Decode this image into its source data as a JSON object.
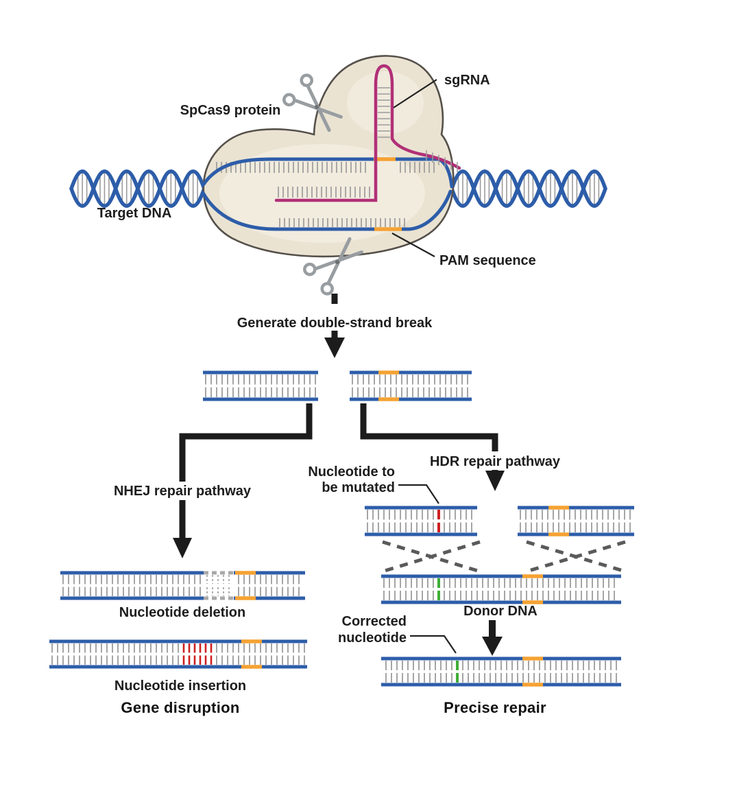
{
  "labels": {
    "sgrna": "sgRNA",
    "spcas9": "SpCas9 protein",
    "target_dna": "Target DNA",
    "pam": "PAM sequence",
    "generate_dsb": "Generate double-strand break",
    "nhej": "NHEJ repair pathway",
    "hdr": "HDR repair pathway",
    "nuc_mut_line1": "Nucleotide to",
    "nuc_mut_line2": "be mutated",
    "donor_dna": "Donor DNA",
    "corrected_line1": "Corrected",
    "corrected_line2": "nucleotide",
    "deletion": "Nucleotide deletion",
    "insertion": "Nucleotide insertion",
    "gene_disruption": "Gene disruption",
    "precise_repair": "Precise repair"
  },
  "colors": {
    "dna_blue": "#2d5da9",
    "pam_orange": "#f5a233",
    "sgrna_magenta": "#b13077",
    "protein_fill": "#eae3d2",
    "protein_stroke": "#55504a",
    "tick_gray": "#9b9b9b",
    "arrow_black": "#1c1c1c",
    "mutation_red": "#cf1f1f",
    "corrected_green": "#3fae37",
    "deletion_gray": "#a8a8a8",
    "cross_dash_gray": "#5a5a5a",
    "scissors_gray": "#989da1"
  }
}
